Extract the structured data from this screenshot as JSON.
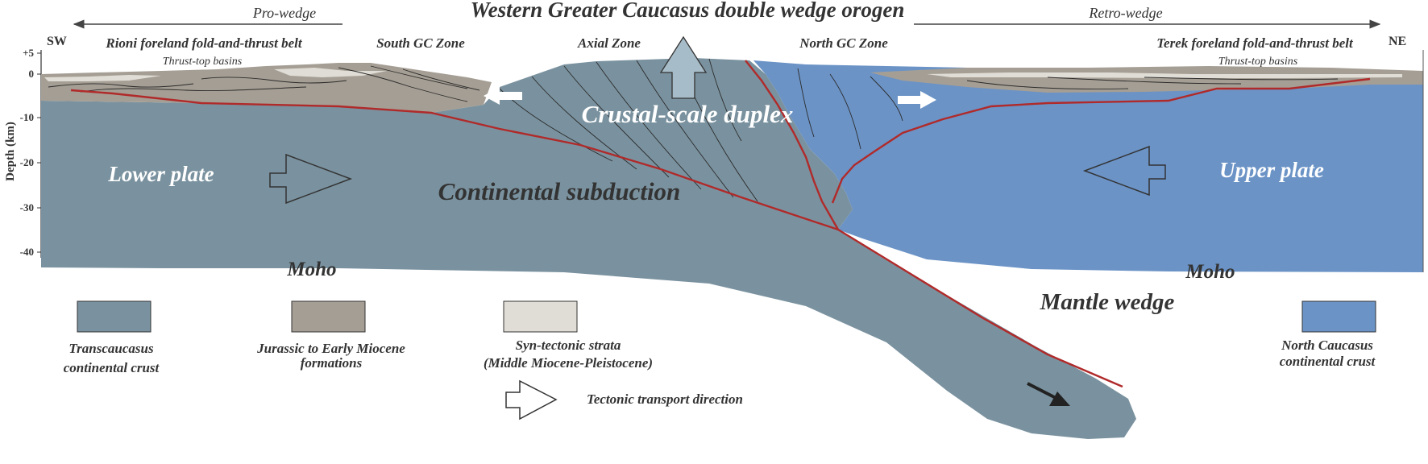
{
  "title": "Western Greater Caucasus double wedge orogen",
  "pro_wedge": "Pro-wedge",
  "retro_wedge": "Retro-wedge",
  "sw": "SW",
  "ne": "NE",
  "zones": {
    "rioni": "Rioni foreland fold-and-thrust belt",
    "south_gc": "South GC Zone",
    "axial": "Axial Zone",
    "north_gc": "North GC Zone",
    "terek": "Terek foreland fold-and-thrust belt",
    "thrust_top_left": "Thrust-top basins",
    "thrust_top_right": "Thrust-top basins"
  },
  "depth_axis": {
    "label": "Depth (km)",
    "ticks": [
      "+5",
      "0",
      "-10",
      "-20",
      "-30",
      "-40"
    ]
  },
  "labels": {
    "crustal_duplex": "Crustal-scale duplex",
    "lower_plate": "Lower plate",
    "upper_plate": "Upper plate",
    "continental_subduction": "Continental subduction",
    "moho_left": "Moho",
    "moho_right": "Moho",
    "mantle_wedge": "Mantle wedge"
  },
  "legend": {
    "transcaucasus_line1": "Transcaucasus",
    "transcaucasus_line2": "continental crust",
    "jurassic_line1": "Jurassic to Early Miocene",
    "jurassic_line2": "formations",
    "syn_line1": "Syn-tectonic strata",
    "syn_line2": "(Middle Miocene-Pleistocene)",
    "north_line1": "North Caucasus",
    "north_line2": "continental crust",
    "transport": "Tectonic transport direction"
  },
  "colors": {
    "transcaucasus_crust": "#7a929f",
    "north_caucasus_crust": "#6b93c6",
    "jurassic_formations": "#a59e94",
    "syn_tectonic": "#e0ddd6",
    "fault_red": "#b02a2a"
  }
}
